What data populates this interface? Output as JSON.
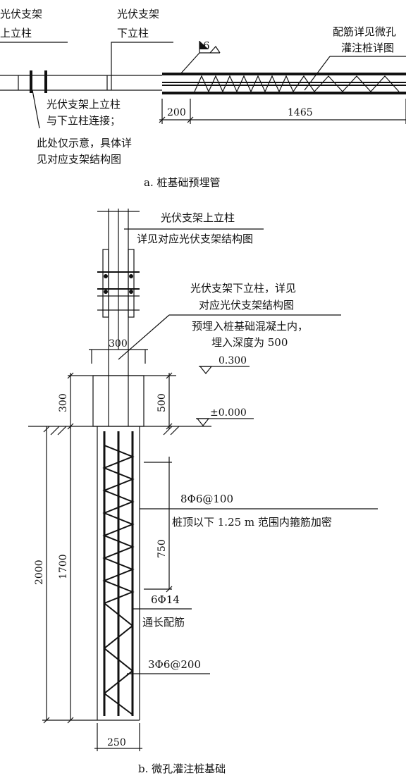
{
  "figure_a": {
    "caption": "a. 桩基础预埋管",
    "upper_post_l1": "光伏支架",
    "upper_post_l2": "上立柱",
    "lower_post_l1": "光伏支架",
    "lower_post_l2": "下立柱",
    "rebar_note_l1": "配筋详见微孔",
    "rebar_note_l2": "灌注桩详图",
    "weld_size": "6",
    "connect_note_l1": "光伏支架上立柱",
    "connect_note_l2": "与下立柱连接；",
    "connect_note_l3": "此处仅示意，具体详",
    "connect_note_l4": "见对应支架结构图",
    "dim_embed": "200",
    "dim_length": "1465"
  },
  "figure_b": {
    "caption": "b. 微孔灌注桩基础",
    "upper_post": "光伏支架上立柱",
    "upper_post_ref": "详见对应光伏支架结构图",
    "lower_post_l1": "光伏支架下立柱，详见",
    "lower_post_l2": "对应光伏支架结构图",
    "embed_l1": "预埋入桩基础混凝土内，",
    "embed_l2": "埋入深度为 500",
    "dim_cap_width": "300",
    "elev_top": "0.300",
    "elev_ground": "±0.000",
    "dim_300": "300",
    "dim_500": "500",
    "dim_2000": "2000",
    "dim_1700": "1700",
    "dim_750": "750",
    "stirrup_dense": "8Φ6@100",
    "stirrup_dense_note": "桩顶以下 1.25 m 范围内箍筋加密",
    "main_bars": "6Φ14",
    "main_bars_note": "通长配筋",
    "stirrup_normal": "3Φ6@200",
    "dim_250": "250"
  }
}
